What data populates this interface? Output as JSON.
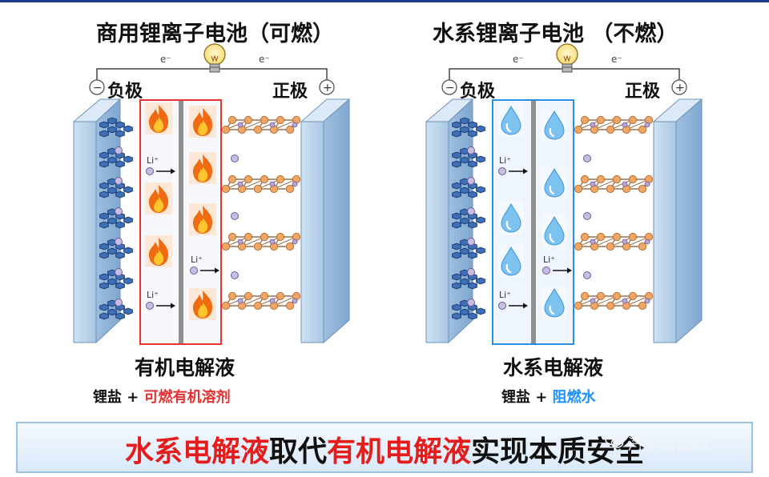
{
  "left": {
    "title": "商用锂离子电池（可燃）",
    "negative": "负极",
    "positive": "正极",
    "electrolyte": "有机电解液",
    "salt": "锂盐 +",
    "solvent": "可燃有机溶剂",
    "solvent_color": "#e53030"
  },
  "right": {
    "title": "水系锂离子电池 （不燃）",
    "negative": "负极",
    "positive": "正极",
    "electrolyte": "水系电解液",
    "salt": "锂盐 +",
    "solvent": "阻燃水",
    "solvent_color": "#1e90ff"
  },
  "labels": {
    "electron": "e⁻",
    "lithium": "Li⁺",
    "minus": "−",
    "plus": "+"
  },
  "icons": {
    "left_pocket": "fire-icon",
    "right_pocket": "water-drop-icon",
    "circuit": "light-bulb-icon",
    "watermark": "wechat-icon"
  },
  "banner": {
    "part1": "水系电解液",
    "part2": "取代",
    "part3": "有机电解液",
    "part4": "实现本质安全"
  },
  "watermark": "汽车测试网"
}
